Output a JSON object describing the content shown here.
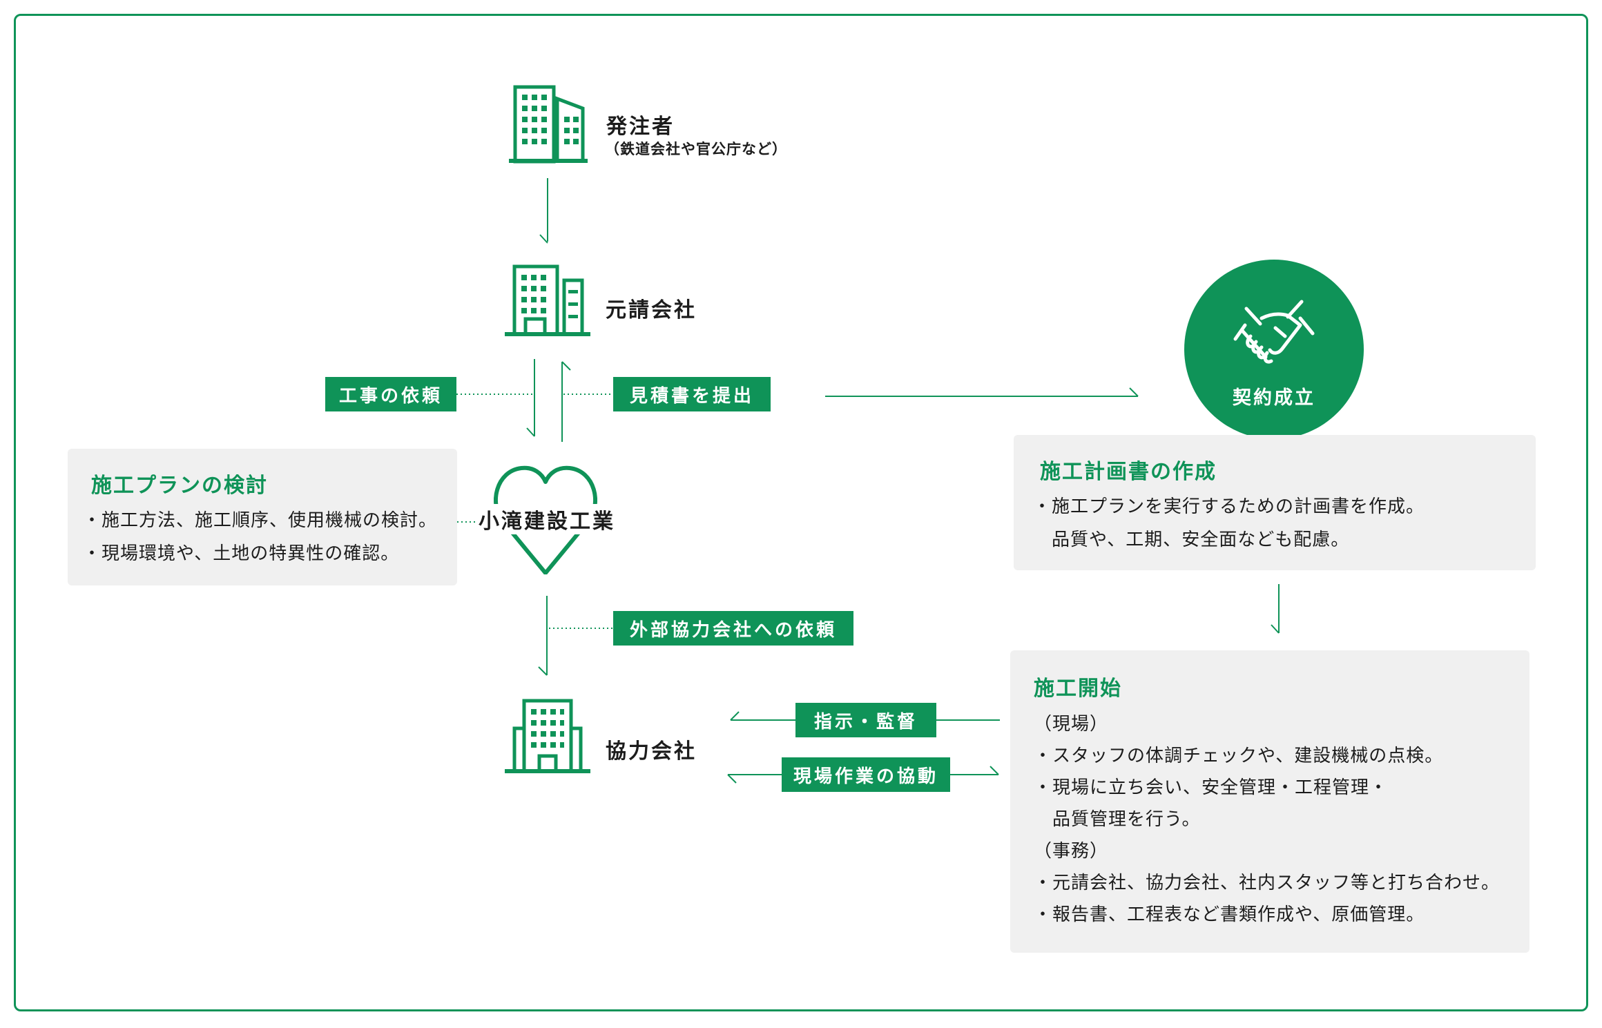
{
  "nodes": {
    "client": {
      "label": "発注者",
      "sub": "（鉄道会社や官公庁など）"
    },
    "prime_contractor": {
      "label": "元請会社"
    },
    "company": {
      "label": "小滝建設工業"
    },
    "partner": {
      "label": "協力会社"
    },
    "agreement": {
      "label": "契約成立"
    }
  },
  "tags": {
    "construction_request": "工事の依頼",
    "submit_estimate": "見積書を提出",
    "external_request": "外部協力会社への依頼",
    "instruction": "指示・監督",
    "site_cooperation": "現場作業の協動"
  },
  "panels": {
    "plan_review": {
      "title": "施工プランの検討",
      "lines": [
        "・施工方法、施工順序、使用機械の検討。",
        "・現場環境や、土地の特異性の確認。"
      ]
    },
    "plan_document": {
      "title": "施工計画書の作成",
      "lines": [
        "・施工プランを実行するための計画書を作成。",
        "　品質や、工期、安全面なども配慮。"
      ]
    },
    "construction_start": {
      "title": "施工開始",
      "lines": [
        "（現場）",
        "・スタッフの体調チェックや、建設機械の点検。",
        "・現場に立ち会い、安全管理・工程管理・",
        "　品質管理を行う。",
        "（事務）",
        "・元請会社、協力会社、社内スタッフ等と打ち合わせ。",
        "・報告書、工程表など書類作成や、原価管理。"
      ]
    }
  },
  "colors": {
    "accent": "#0f9358",
    "panel_bg": "#f0f0f0",
    "text": "#1c1c1c"
  },
  "icons": {
    "client": "office-building-icon",
    "prime_contractor": "office-building-icon",
    "company": "heart-icon",
    "partner": "office-building-icon",
    "agreement": "handshake-icon"
  }
}
